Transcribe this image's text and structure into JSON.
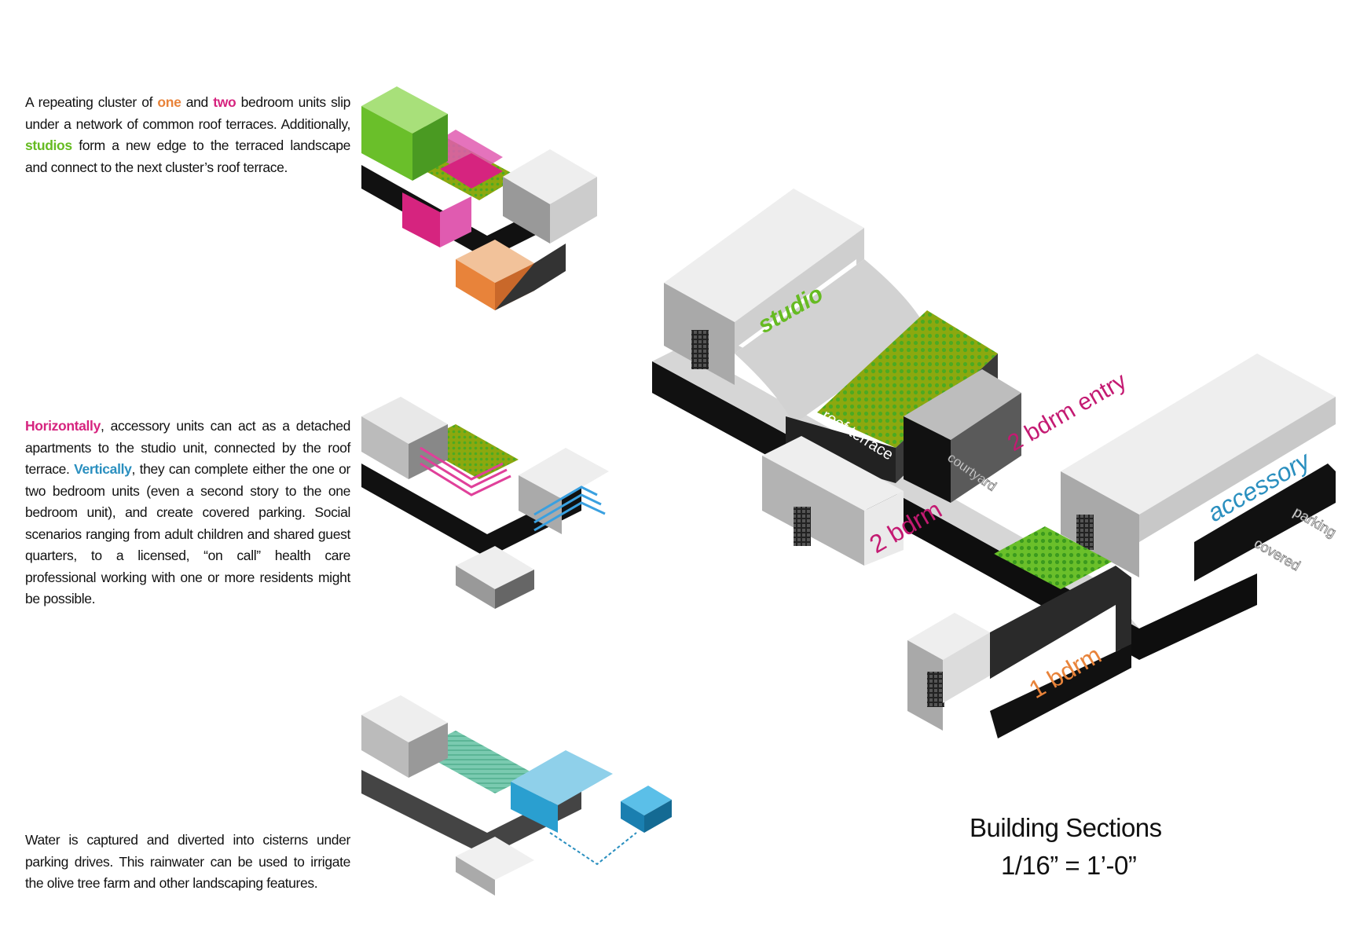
{
  "paragraph1": {
    "t1": "A repeating cluster of ",
    "one": "one",
    "t2": " and ",
    "two": "two",
    "t3": " bedroom units slip under a network of common roof terraces. Additionally, ",
    "studios": "studios",
    "t4": " form a new edge to the terraced landscape and connect to the next cluster’s roof terrace."
  },
  "paragraph2": {
    "horizontally": "Horizontally",
    "t1": ", accessory units can act as a detached apartments to the studio unit, connected by the roof terrace.  ",
    "vertically": "Vertically",
    "t2": ", they can complete either the one or two bedroom units (even a second story to the one bedroom unit), and create covered parking.  Social scenarios ranging from adult children and shared guest quarters, to a licensed, “on call” health care professional working with one or more residents might be possible."
  },
  "paragraph3": {
    "text": "Water is captured and diverted into cisterns under parking drives.  This rainwater can be used to irrigate the olive tree farm and other landscaping features."
  },
  "section_labels": {
    "studio": "studio",
    "roof_terrace": "roof terrace",
    "two_bdrm_entry": "2 bdrm entry",
    "courtyard": "courtyard",
    "two_bdrm": "2 bdrm",
    "accessory": "accessory",
    "parking": "parking",
    "covered": "covered",
    "one_bdrm": "1 bdrm"
  },
  "title": {
    "line1": "Building Sections",
    "line2": "1/16” = 1’-0”"
  },
  "colors": {
    "one_bedroom": "#e8833a",
    "two_bedroom": "#d6247f",
    "studio": "#66bb22",
    "accessory": "#2a8fbf",
    "terrace": "#8ca80f"
  }
}
